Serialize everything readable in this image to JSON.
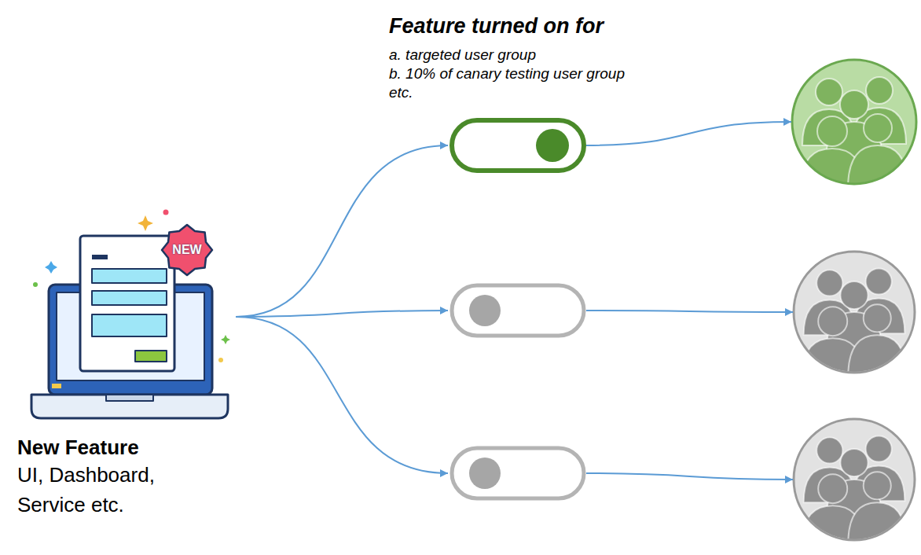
{
  "diagram": {
    "nodes": [
      {
        "text": [
          "New Feature",
          "UI, Dashboard, Service etc."
        ]
      },
      {
        "text": [
          "Feature turned on for",
          "a. targeted user group",
          "b. 10% of canary testing user group etc."
        ]
      },
      {
        "text": []
      },
      {
        "text": []
      },
      {
        "text": []
      },
      {
        "text": []
      },
      {
        "text": []
      }
    ],
    "edges": [
      {
        "from": 0,
        "to": 1,
        "arrow": "to"
      },
      {
        "from": 0,
        "to": 2,
        "arrow": "to"
      },
      {
        "from": 0,
        "to": 3,
        "arrow": "to"
      },
      {
        "from": 1,
        "to": 4,
        "arrow": "to"
      },
      {
        "from": 2,
        "to": 5,
        "arrow": "to"
      },
      {
        "from": 3,
        "to": 6,
        "arrow": "to"
      }
    ],
    "labels": [
      "NEW"
    ]
  }
}
